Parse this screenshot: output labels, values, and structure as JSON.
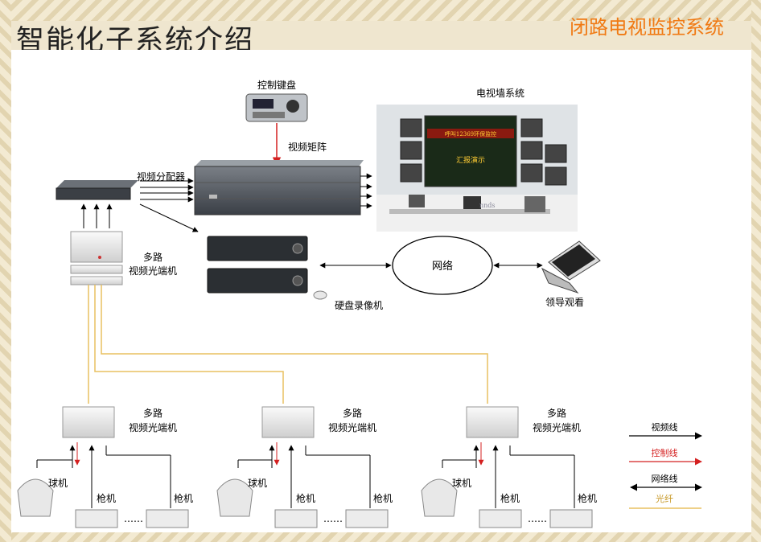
{
  "page": {
    "title": "智能化子系统介绍",
    "system_tag": "闭路电视监控系统"
  },
  "diagram": {
    "control_keyboard": "控制键盘",
    "video_matrix": "视频矩阵",
    "video_wall_system": "电视墙系统",
    "video_distributor": "视频分配器",
    "multiplex_fiber_line1": "多路",
    "multiplex_fiber_line2": "视频光端机",
    "dvr": "硬盘录像机",
    "network": "网络",
    "leader_viewing": "领导观看",
    "dome_camera": "球机",
    "gun_camera": "枪机",
    "dots": "……",
    "wall_banner": "呼叫12369环保监控",
    "wall_slogan": "汇报演示",
    "wall_logo": "nnds"
  },
  "legend": [
    {
      "label": "视频线",
      "color": "#000000"
    },
    {
      "label": "控制线",
      "color": "#d42020"
    },
    {
      "label": "网络线",
      "color": "#000000"
    },
    {
      "label": "光纤",
      "color": "#e8c060"
    }
  ]
}
